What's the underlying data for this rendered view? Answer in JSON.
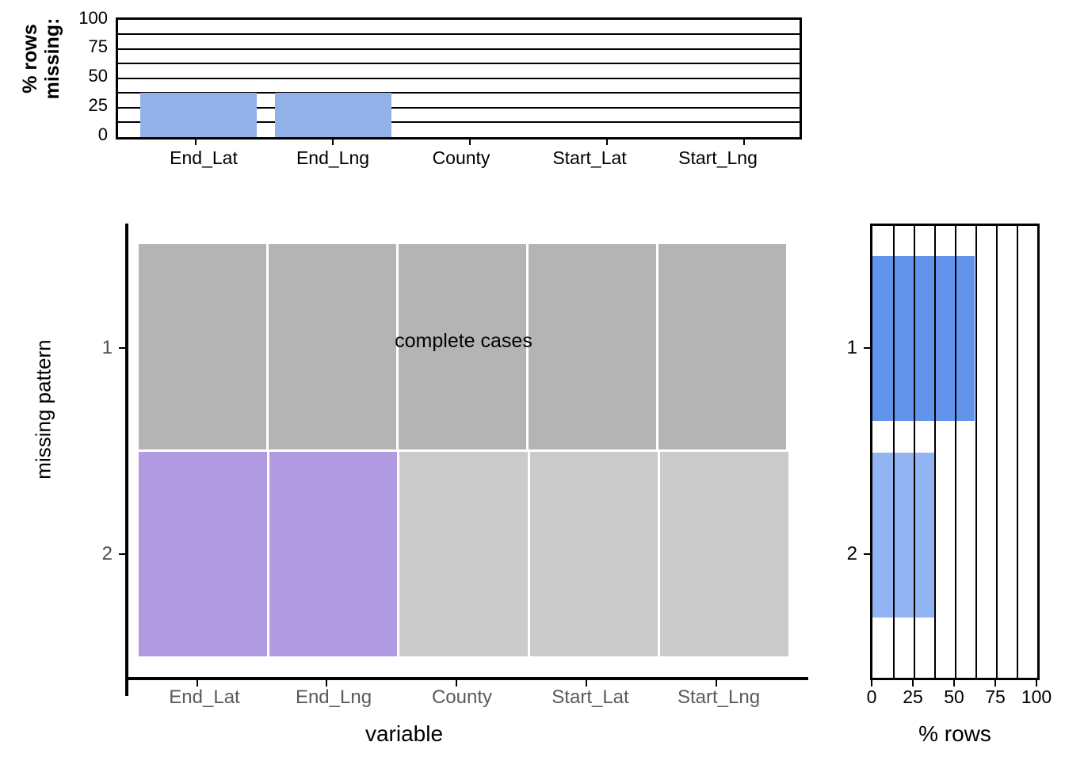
{
  "chart_data": [
    {
      "id": "top-missing-bar",
      "type": "bar",
      "title": "",
      "xlabel": "",
      "ylabel": "% rows\nmissing:",
      "categories": [
        "End_Lat",
        "End_Lng",
        "County",
        "Start_Lat",
        "Start_Lng"
      ],
      "values": [
        38,
        38,
        0,
        0,
        0
      ],
      "ylim": [
        0,
        100
      ],
      "yticks": [
        0,
        25,
        50,
        75,
        100
      ],
      "ytick_labels": [
        "0",
        "25",
        "50",
        "75",
        "100"
      ],
      "gridlines_y": [
        0,
        12.5,
        25,
        37.5,
        50,
        62.5,
        75,
        87.5,
        100
      ],
      "grid": true,
      "legend": "none",
      "bar_color": "#92B1E8"
    },
    {
      "id": "missing-pattern-heatmap",
      "type": "heatmap",
      "title": "",
      "xlabel": "variable",
      "ylabel": "missing pattern",
      "categories": [
        "End_Lat",
        "End_Lng",
        "County",
        "Start_Lat",
        "Start_Lng"
      ],
      "rows": [
        "1",
        "2"
      ],
      "annotation": "complete cases",
      "annotation_row": "1",
      "cells": [
        {
          "row": "1",
          "states": [
            "observed",
            "observed",
            "observed",
            "observed",
            "observed"
          ]
        },
        {
          "row": "2",
          "states": [
            "missing",
            "missing",
            "observed",
            "observed",
            "observed"
          ]
        }
      ],
      "colors": {
        "row1_observed": "#B4B4B4",
        "row2_observed": "#CBCBCB",
        "missing": "#B19BE0"
      },
      "grid": false,
      "legend": "none"
    },
    {
      "id": "right-pattern-bar",
      "type": "bar",
      "orientation": "horizontal",
      "title": "",
      "xlabel": "% rows",
      "ylabel": "",
      "categories": [
        "1",
        "2"
      ],
      "values": [
        62,
        38
      ],
      "xlim": [
        0,
        100
      ],
      "xticks": [
        0,
        25,
        50,
        75,
        100
      ],
      "xtick_labels": [
        "0",
        "25",
        "50",
        "75",
        "100"
      ],
      "gridlines_x": [
        0,
        12.5,
        25,
        37.5,
        50,
        62.5,
        75,
        87.5,
        100
      ],
      "grid": true,
      "legend": "none",
      "bar_colors": [
        "#6394EC",
        "#93B4F2"
      ]
    }
  ],
  "top_panel": {
    "y_axis_title": "% rows\nmissing:",
    "y_ticks": [
      "100",
      "75",
      "50",
      "25",
      "0"
    ],
    "x_ticks": [
      "End_Lat",
      "End_Lng",
      "County",
      "Start_Lat",
      "Start_Lng"
    ]
  },
  "main_panel": {
    "y_axis_title": "missing pattern",
    "x_axis_title": "variable",
    "y_ticks": [
      "1",
      "2"
    ],
    "x_ticks": [
      "End_Lat",
      "End_Lng",
      "County",
      "Start_Lat",
      "Start_Lng"
    ],
    "annotation": "complete cases"
  },
  "right_panel": {
    "x_axis_title": "% rows",
    "y_ticks": [
      "1",
      "2"
    ],
    "x_ticks": [
      "0",
      "25",
      "50",
      "75",
      "100"
    ]
  }
}
